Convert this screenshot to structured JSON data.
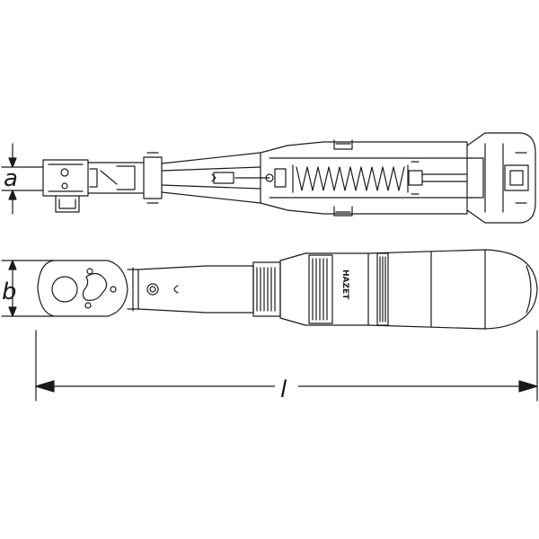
{
  "dimensions": {
    "a_label": "a",
    "b_label": "b",
    "l_label": "l"
  },
  "brand": {
    "text": "HAZET"
  },
  "colors": {
    "line": "#1a1a1a",
    "background": "#ffffff"
  }
}
